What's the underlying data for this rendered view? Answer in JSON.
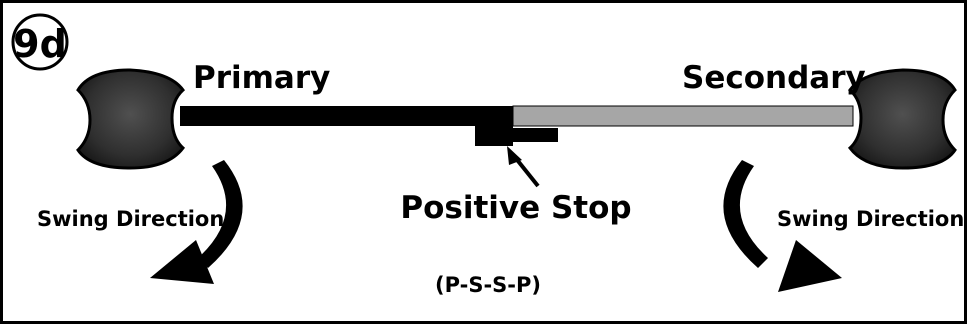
{
  "figure": {
    "badge": "9d",
    "labels": {
      "primary": "Primary",
      "secondary": "Secondary",
      "positive_stop": "Positive Stop",
      "swing_direction_left": "Swing Direction",
      "swing_direction_right": "Swing Direction",
      "sequence": "(P-S-S-P)"
    },
    "colors": {
      "frame": "#000000",
      "primary_arm": "#000000",
      "secondary_arm": "#a6a6a6",
      "door_ball": "#3a3a3a",
      "arrow": "#000000"
    }
  }
}
